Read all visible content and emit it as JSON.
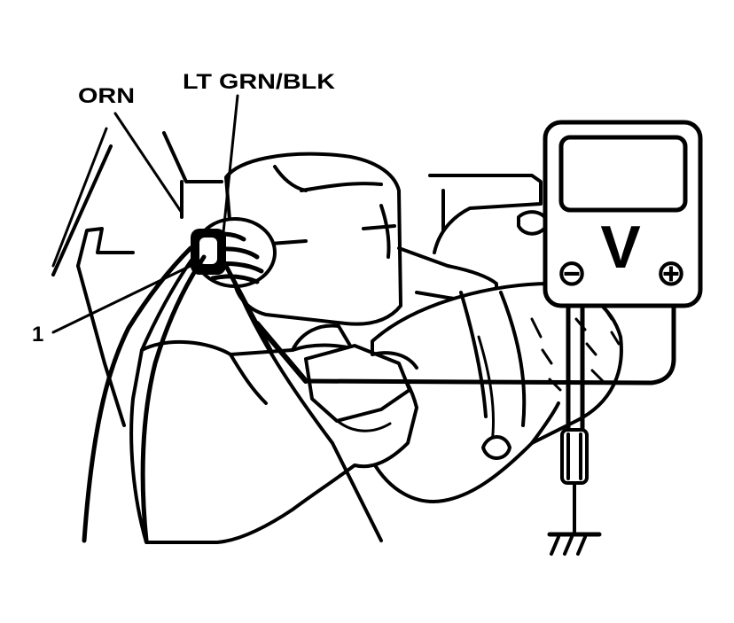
{
  "callouts": {
    "orn": "ORN",
    "lt_grn_blk": "LT GRN/BLK",
    "item_1": "1"
  },
  "meter": {
    "unit_symbol": "V",
    "negative_symbol": "⊖",
    "positive_symbol": "⊕"
  },
  "colors": {
    "ink": "#000000",
    "paper": "#ffffff"
  }
}
